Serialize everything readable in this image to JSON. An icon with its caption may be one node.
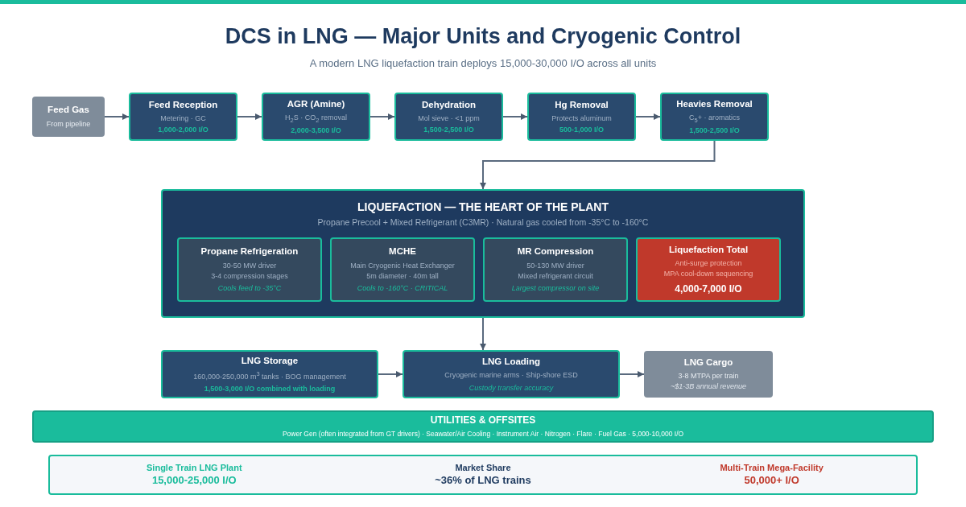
{
  "diagram": {
    "title": "DCS in LNG — Major Units and Cryogenic Control",
    "caption": "A modern LNG liquefaction train deploys 15,000-30,000 I/O across all units",
    "nodes": [
      {
        "text": [
          "Feed Gas",
          "From pipeline"
        ]
      },
      {
        "text": [
          "Feed Reception",
          "Metering · GC",
          "1,000-2,000 I/O"
        ]
      },
      {
        "text": [
          "AGR (Amine)",
          "H$_{2}$S · CO$_{2}$ removal",
          "2,000-3,500 I/O"
        ]
      },
      {
        "text": [
          "Dehydration",
          "Mol sieve · <1 ppm",
          "1,500-2,500 I/O"
        ]
      },
      {
        "text": [
          "Hg Removal",
          "Protects aluminum",
          "500-1,000 I/O"
        ]
      },
      {
        "text": [
          "Heavies Removal",
          "C$_{5}$+ · aromatics",
          "1,500-2,500 I/O"
        ]
      },
      {
        "text": [
          "LIQUEFACTION — THE HEART OF THE PLANT",
          "Propane Precool + Mixed Refrigerant (C3MR) · Natural gas cooled from -35°C to -160°C"
        ]
      },
      {
        "text": [
          "Propane Refrigeration",
          "30-50 MW driver",
          "3-4 compression stages",
          "Cools feed to -35°C"
        ],
        "in": 6
      },
      {
        "text": [
          "MCHE",
          "Main Cryogenic Heat Exchanger",
          "5m diameter · 40m tall",
          "Cools to -160°C · CRITICAL"
        ],
        "in": 6
      },
      {
        "text": [
          "MR Compression",
          "50-130 MW driver",
          "Mixed refrigerant circuit",
          "Largest compressor on site"
        ],
        "in": 6
      },
      {
        "text": [
          "Liquefaction Total",
          "Anti-surge protection",
          "MPA cool-down sequencing",
          "4,000-7,000 I/O"
        ],
        "in": 6
      },
      {
        "text": [
          "LNG Storage",
          "160,000-250,000 m$^{3}$ tanks · BOG management",
          "1,500-3,000 I/O combined with loading"
        ]
      },
      {
        "text": [
          "LNG Loading",
          "Cryogenic marine arms · Ship-shore ESD",
          "Custody transfer accuracy"
        ]
      },
      {
        "text": [
          "LNG Cargo",
          "3-8 MTPA per train",
          "~$1-3B annual revenue"
        ]
      },
      {
        "text": [
          "UTILITIES & OFFSITES",
          "Power Gen (often integrated from GT drivers) · Seawater/Air Cooling · Instrument Air · Nitrogen · Flare · Fuel Gas · 5,000-10,000 I/O"
        ]
      },
      {
        "text": [
          "Single Train LNG Plant",
          "15,000-25,000 I/O",
          "Market Share",
          "~36% of LNG trains",
          "Multi-Train Mega-Facility",
          "50,000+ I/O"
        ]
      }
    ],
    "edges": [
      {
        "from": 0,
        "to": 1,
        "arrow": "to"
      },
      {
        "from": 1,
        "to": 2,
        "arrow": "to"
      },
      {
        "from": 2,
        "to": 3,
        "arrow": "to"
      },
      {
        "from": 3,
        "to": 4,
        "arrow": "to"
      },
      {
        "from": 4,
        "to": 5,
        "arrow": "to"
      },
      {
        "from": 5,
        "to": 6,
        "arrow": "to"
      },
      {
        "from": 6,
        "to": 12,
        "arrow": "to"
      },
      {
        "from": 11,
        "to": 12,
        "arrow": "to"
      },
      {
        "from": 12,
        "to": 13,
        "arrow": "to"
      }
    ]
  }
}
